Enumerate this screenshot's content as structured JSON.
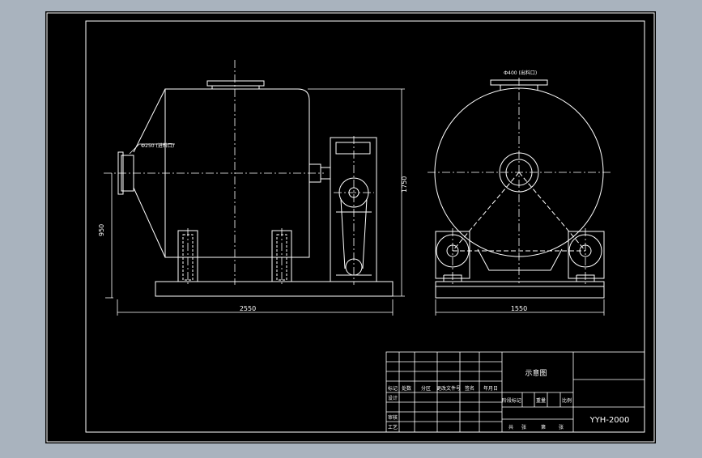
{
  "colors": {
    "viewport_background": "#a9b3be",
    "sheet_background": "#000000",
    "line": "#ffffff"
  },
  "left_view": {
    "dim_height": "1750",
    "dim_height_lower": "950",
    "dim_width": "2550",
    "inlet_label": "Ф250 (进料口)"
  },
  "right_view": {
    "dim_width": "1550",
    "top_label": "Ф400 (出料口)"
  },
  "title_block": {
    "drawing_title": "示意图",
    "drawing_number": "YYH-2000",
    "rows": [
      "标记",
      "设计",
      "审核",
      "工艺"
    ],
    "cols": [
      "处数",
      "分区",
      "更改文件号",
      "签名",
      "年月日"
    ],
    "info": [
      "阶段标记",
      "重量",
      "比例"
    ],
    "sheets": [
      "共",
      "张",
      "第",
      "张"
    ]
  }
}
